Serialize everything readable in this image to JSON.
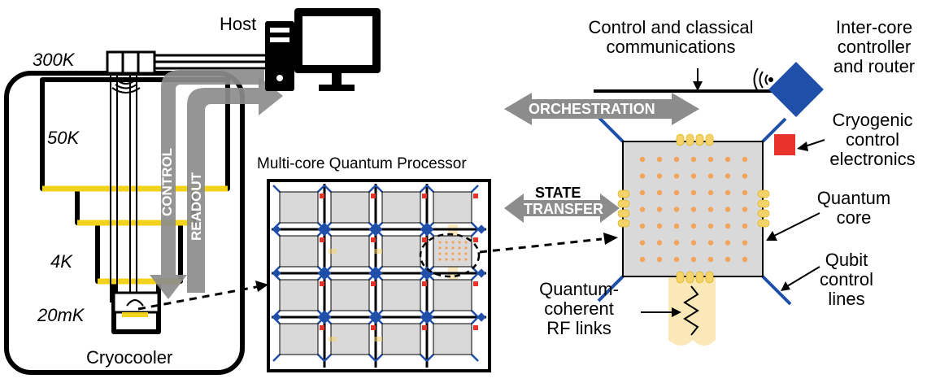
{
  "cryostat": {
    "host_label": "Host",
    "stages": [
      "300K",
      "50K",
      "4K",
      "20mK"
    ],
    "control_label": "CONTROL",
    "readout_label": "READOUT",
    "cryocooler_label": "Cryocooler"
  },
  "processor": {
    "title": "Multi-core Quantum Processor",
    "grid_rows": 4,
    "grid_cols": 4
  },
  "core_detail": {
    "orchestration_label": "ORCHESTRATION",
    "state_label": "STATE",
    "transfer_label": "TRANSFER",
    "control_comm_label": [
      "Control and classical",
      "communications"
    ],
    "router_label": [
      "Inter-core",
      "controller",
      "and router"
    ],
    "cryo_electronics_label": [
      "Cryogenic",
      "control",
      "electronics"
    ],
    "quantum_core_label": [
      "Quantum",
      "core"
    ],
    "qubit_lines_label": [
      "Qubit",
      "control",
      "lines"
    ],
    "rf_links_label": [
      "Quantum-",
      "coherent",
      "RF links"
    ],
    "qubit_rows": 7,
    "qubit_cols": 7
  },
  "colors": {
    "gold": "#f2d21a",
    "blue": "#1f4fa8",
    "red": "#e8332a",
    "gray_arrow": "#8c8c8c",
    "core_fill": "#d9d9d9",
    "qubit_dot": "#f4a35a",
    "coupler": "#f4d36a",
    "rf_fill": "#fbe8b8"
  }
}
